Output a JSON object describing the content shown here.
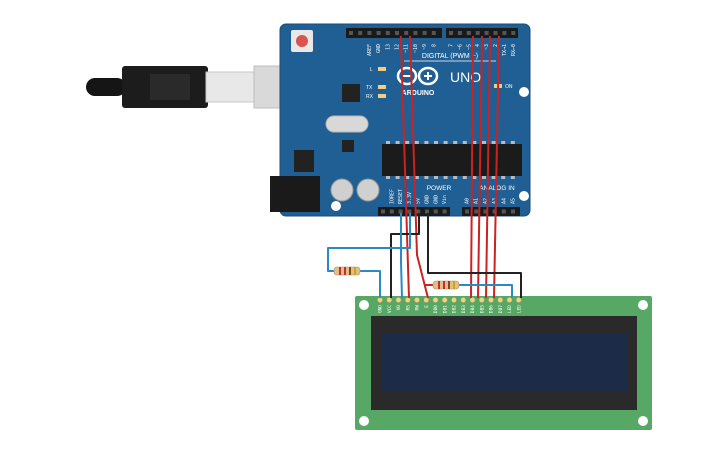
{
  "board": {
    "brand": "ARDUINO",
    "model": "UNO",
    "digital_header": "DIGITAL (PWM ~)",
    "power_header": "POWER",
    "analog_header": "ANALOG IN",
    "led_l": "L",
    "led_tx": "TX",
    "led_rx": "RX",
    "led_on": "ON",
    "digital_pins": [
      "AREF",
      "GND",
      "13",
      "12",
      "~11",
      "~10",
      "~9",
      "8",
      "7",
      "~6",
      "~5",
      "4",
      "~3",
      "2",
      "TX→1",
      "RX←0"
    ],
    "power_pins": [
      "IOREF",
      "RESET",
      "3.3V",
      "5V",
      "GND",
      "GND",
      "Vin"
    ],
    "analog_pins": [
      "A0",
      "A1",
      "A2",
      "A3",
      "A4",
      "A5"
    ]
  },
  "lcd": {
    "pins": [
      "GND",
      "VCC",
      "V0",
      "RS",
      "RW",
      "E",
      "DB0",
      "DB1",
      "DB2",
      "DB3",
      "DB4",
      "DB5",
      "DB6",
      "DB7",
      "LED",
      "LED"
    ]
  },
  "colors": {
    "board": "#1f5f94",
    "board_edge": "#174c78",
    "lcd_pcb": "#58a865",
    "lcd_screen": "#1c2b47",
    "wire_red": "#cc2222",
    "wire_black": "#222222",
    "wire_blue": "#2a8ac4"
  }
}
